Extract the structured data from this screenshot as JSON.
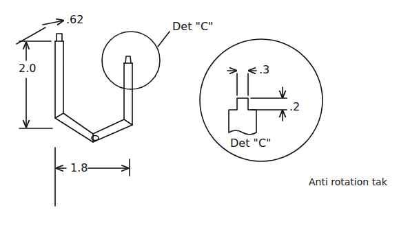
{
  "diagram": {
    "nodes": [
      {
        "text": [
          ".3",
          ".2",
          "Det \"C\""
        ]
      }
    ],
    "labels": [
      ".62",
      "2.0",
      "1.8",
      "Det \"C\"",
      "Anti rotation tak"
    ]
  }
}
